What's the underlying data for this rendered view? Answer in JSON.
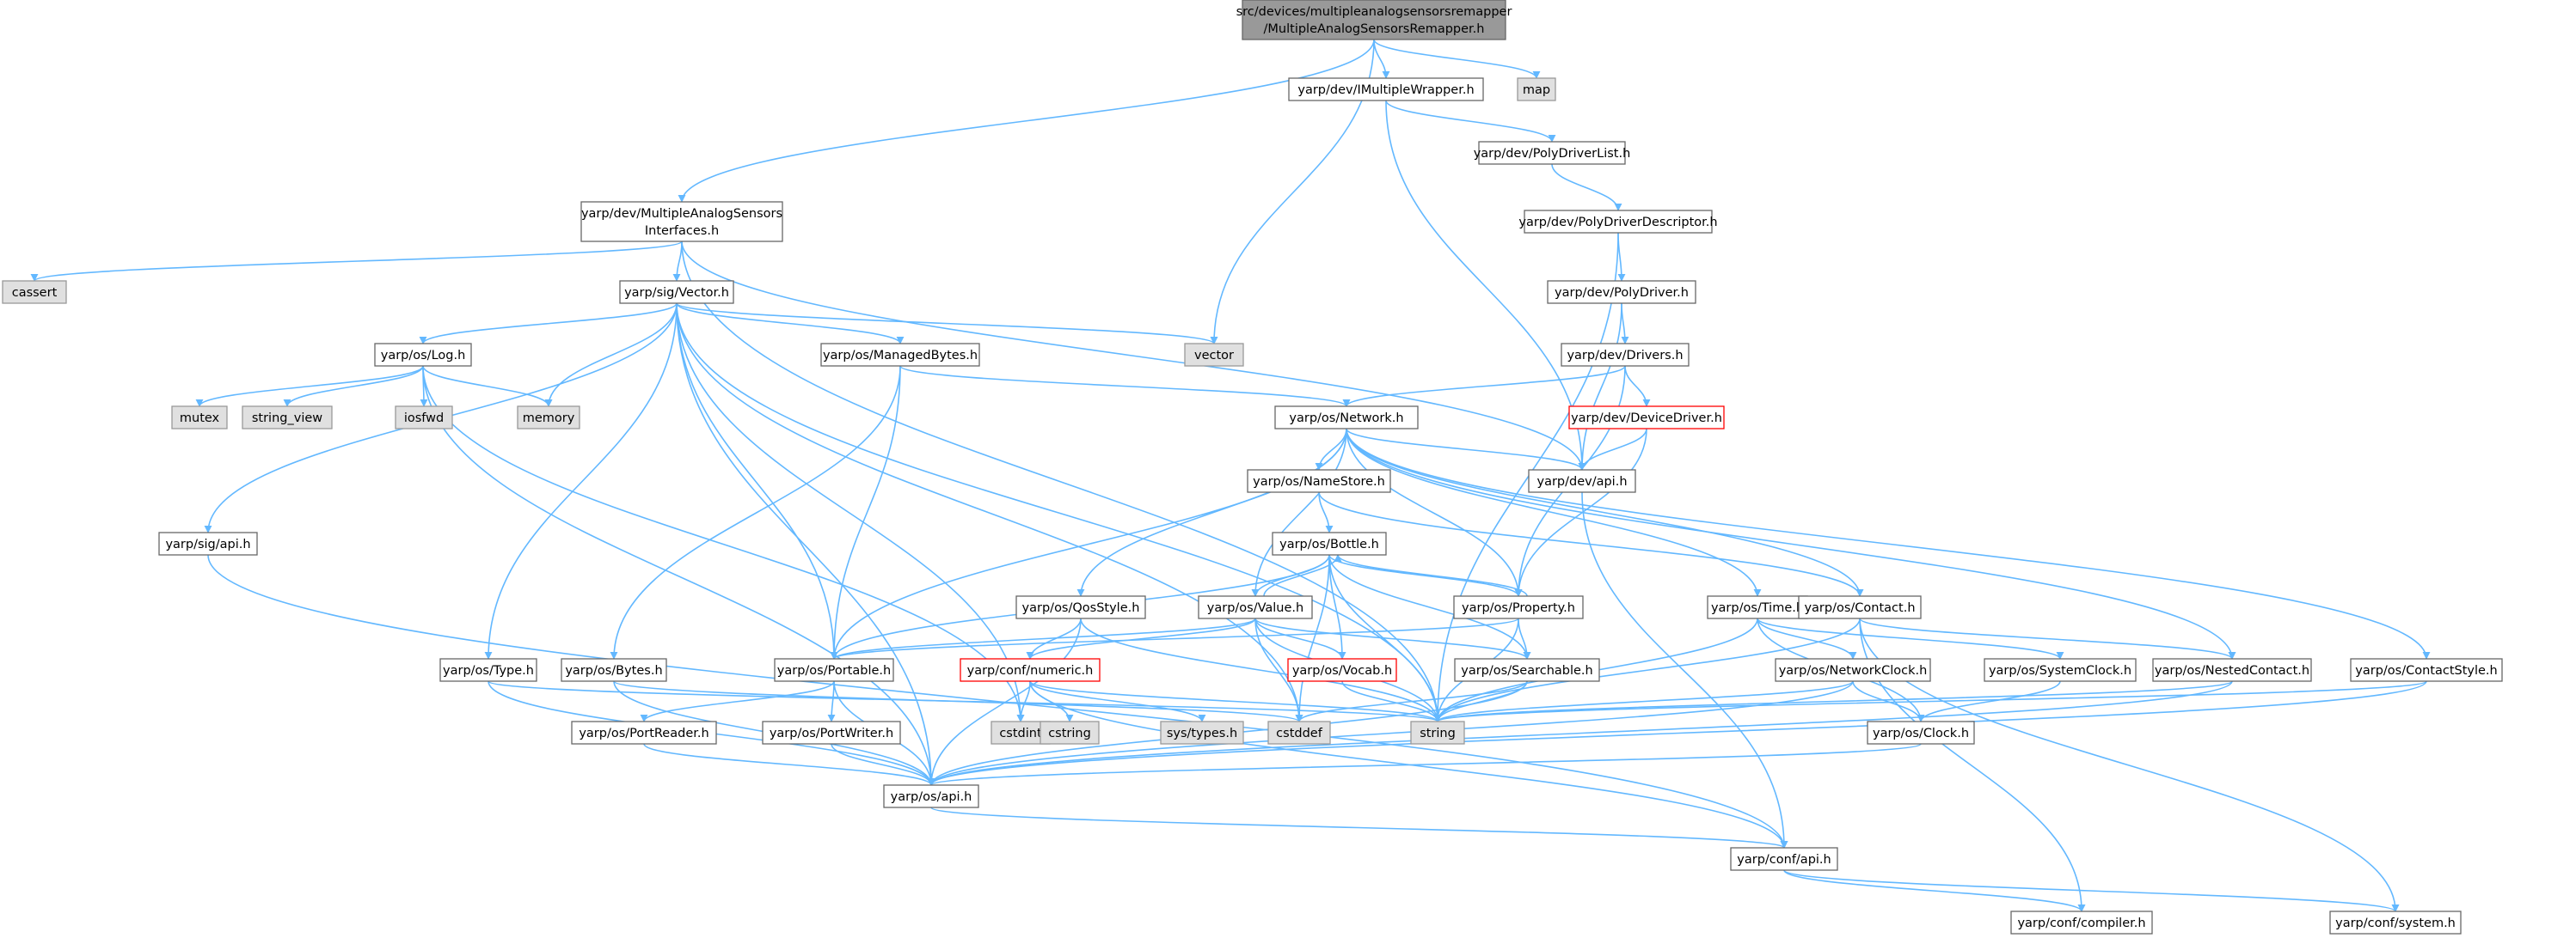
{
  "nodes": [
    {
      "id": "root",
      "lines": [
        "src/devices/multipleanalogsensorsremapper",
        "/MultipleAnalogSensorsRemapper.h"
      ],
      "kind": "root"
    },
    {
      "id": "imultiplewrapper",
      "lines": [
        "yarp/dev/IMultipleWrapper.h"
      ],
      "kind": "normal"
    },
    {
      "id": "map",
      "lines": [
        "map"
      ],
      "kind": "system"
    },
    {
      "id": "vector",
      "lines": [
        "vector"
      ],
      "kind": "system"
    },
    {
      "id": "masi",
      "lines": [
        "yarp/dev/MultipleAnalogSensors",
        "Interfaces.h"
      ],
      "kind": "normal"
    },
    {
      "id": "cassert",
      "lines": [
        "cassert"
      ],
      "kind": "system"
    },
    {
      "id": "sigvector",
      "lines": [
        "yarp/sig/Vector.h"
      ],
      "kind": "normal"
    },
    {
      "id": "polydriverlist",
      "lines": [
        "yarp/dev/PolyDriverList.h"
      ],
      "kind": "normal"
    },
    {
      "id": "polydriverdescriptor",
      "lines": [
        "yarp/dev/PolyDriverDescriptor.h"
      ],
      "kind": "normal"
    },
    {
      "id": "polydriver",
      "lines": [
        "yarp/dev/PolyDriver.h"
      ],
      "kind": "normal"
    },
    {
      "id": "drivers",
      "lines": [
        "yarp/dev/Drivers.h"
      ],
      "kind": "normal"
    },
    {
      "id": "devicedriver",
      "lines": [
        "yarp/dev/DeviceDriver.h"
      ],
      "kind": "red"
    },
    {
      "id": "devapi",
      "lines": [
        "yarp/dev/api.h"
      ],
      "kind": "normal"
    },
    {
      "id": "oslog",
      "lines": [
        "yarp/os/Log.h"
      ],
      "kind": "normal"
    },
    {
      "id": "mutex",
      "lines": [
        "mutex"
      ],
      "kind": "system"
    },
    {
      "id": "string_view",
      "lines": [
        "string_view"
      ],
      "kind": "system"
    },
    {
      "id": "iosfwd",
      "lines": [
        "iosfwd"
      ],
      "kind": "system"
    },
    {
      "id": "memory",
      "lines": [
        "memory"
      ],
      "kind": "system"
    },
    {
      "id": "managedbytes",
      "lines": [
        "yarp/os/ManagedBytes.h"
      ],
      "kind": "normal"
    },
    {
      "id": "network",
      "lines": [
        "yarp/os/Network.h"
      ],
      "kind": "normal"
    },
    {
      "id": "sigapi",
      "lines": [
        "yarp/sig/api.h"
      ],
      "kind": "normal"
    },
    {
      "id": "namestore",
      "lines": [
        "yarp/os/NameStore.h"
      ],
      "kind": "normal"
    },
    {
      "id": "bottle",
      "lines": [
        "yarp/os/Bottle.h"
      ],
      "kind": "normal"
    },
    {
      "id": "qosstyle",
      "lines": [
        "yarp/os/QosStyle.h"
      ],
      "kind": "normal"
    },
    {
      "id": "value",
      "lines": [
        "yarp/os/Value.h"
      ],
      "kind": "normal"
    },
    {
      "id": "property",
      "lines": [
        "yarp/os/Property.h"
      ],
      "kind": "normal"
    },
    {
      "id": "ostime",
      "lines": [
        "yarp/os/Time.h"
      ],
      "kind": "normal"
    },
    {
      "id": "contact",
      "lines": [
        "yarp/os/Contact.h"
      ],
      "kind": "normal"
    },
    {
      "id": "ostype",
      "lines": [
        "yarp/os/Type.h"
      ],
      "kind": "normal"
    },
    {
      "id": "osbytes",
      "lines": [
        "yarp/os/Bytes.h"
      ],
      "kind": "normal"
    },
    {
      "id": "portable",
      "lines": [
        "yarp/os/Portable.h"
      ],
      "kind": "normal"
    },
    {
      "id": "numeric",
      "lines": [
        "yarp/conf/numeric.h"
      ],
      "kind": "red"
    },
    {
      "id": "vocab",
      "lines": [
        "yarp/os/Vocab.h"
      ],
      "kind": "red"
    },
    {
      "id": "searchable",
      "lines": [
        "yarp/os/Searchable.h"
      ],
      "kind": "normal"
    },
    {
      "id": "networkclock",
      "lines": [
        "yarp/os/NetworkClock.h"
      ],
      "kind": "normal"
    },
    {
      "id": "systemclock",
      "lines": [
        "yarp/os/SystemClock.h"
      ],
      "kind": "normal"
    },
    {
      "id": "nestedcontact",
      "lines": [
        "yarp/os/NestedContact.h"
      ],
      "kind": "normal"
    },
    {
      "id": "contactstyle",
      "lines": [
        "yarp/os/ContactStyle.h"
      ],
      "kind": "normal"
    },
    {
      "id": "cstdint",
      "lines": [
        "cstdint"
      ],
      "kind": "system"
    },
    {
      "id": "cstring",
      "lines": [
        "cstring"
      ],
      "kind": "system"
    },
    {
      "id": "systypes",
      "lines": [
        "sys/types.h"
      ],
      "kind": "system"
    },
    {
      "id": "cstddef",
      "lines": [
        "cstddef"
      ],
      "kind": "system"
    },
    {
      "id": "string",
      "lines": [
        "string"
      ],
      "kind": "system"
    },
    {
      "id": "portreader",
      "lines": [
        "yarp/os/PortReader.h"
      ],
      "kind": "normal"
    },
    {
      "id": "portwriter",
      "lines": [
        "yarp/os/PortWriter.h"
      ],
      "kind": "normal"
    },
    {
      "id": "osclock",
      "lines": [
        "yarp/os/Clock.h"
      ],
      "kind": "normal"
    },
    {
      "id": "osapi",
      "lines": [
        "yarp/os/api.h"
      ],
      "kind": "normal"
    },
    {
      "id": "confapi",
      "lines": [
        "yarp/conf/api.h"
      ],
      "kind": "normal"
    },
    {
      "id": "compiler",
      "lines": [
        "yarp/conf/compiler.h"
      ],
      "kind": "normal"
    },
    {
      "id": "system",
      "lines": [
        "yarp/conf/system.h"
      ],
      "kind": "normal"
    }
  ],
  "edges": [
    [
      "root",
      "imultiplewrapper"
    ],
    [
      "root",
      "map"
    ],
    [
      "root",
      "vector"
    ],
    [
      "root",
      "masi"
    ],
    [
      "imultiplewrapper",
      "polydriverlist"
    ],
    [
      "imultiplewrapper",
      "devapi"
    ],
    [
      "polydriverlist",
      "polydriverdescriptor"
    ],
    [
      "polydriverdescriptor",
      "polydriver"
    ],
    [
      "polydriverdescriptor",
      "string"
    ],
    [
      "polydriver",
      "drivers"
    ],
    [
      "polydriver",
      "devapi"
    ],
    [
      "drivers",
      "devicedriver"
    ],
    [
      "drivers",
      "network"
    ],
    [
      "drivers",
      "property"
    ],
    [
      "devicedriver",
      "devapi"
    ],
    [
      "devicedriver",
      "property"
    ],
    [
      "devapi",
      "confapi"
    ],
    [
      "masi",
      "cassert"
    ],
    [
      "masi",
      "sigvector"
    ],
    [
      "masi",
      "devapi"
    ],
    [
      "masi",
      "string"
    ],
    [
      "sigvector",
      "oslog"
    ],
    [
      "sigvector",
      "managedbytes"
    ],
    [
      "sigvector",
      "vector"
    ],
    [
      "sigvector",
      "memory"
    ],
    [
      "sigvector",
      "sigapi"
    ],
    [
      "sigvector",
      "ostype"
    ],
    [
      "sigvector",
      "portable"
    ],
    [
      "sigvector",
      "cstdint"
    ],
    [
      "sigvector",
      "cstddef"
    ],
    [
      "sigvector",
      "string"
    ],
    [
      "sigvector",
      "osapi"
    ],
    [
      "oslog",
      "mutex"
    ],
    [
      "oslog",
      "string_view"
    ],
    [
      "oslog",
      "iosfwd"
    ],
    [
      "oslog",
      "memory"
    ],
    [
      "oslog",
      "osapi"
    ],
    [
      "oslog",
      "cstdint"
    ],
    [
      "managedbytes",
      "network"
    ],
    [
      "managedbytes",
      "osbytes"
    ],
    [
      "managedbytes",
      "portable"
    ],
    [
      "network",
      "devapi"
    ],
    [
      "network",
      "namestore"
    ],
    [
      "network",
      "qosstyle"
    ],
    [
      "network",
      "value"
    ],
    [
      "network",
      "property"
    ],
    [
      "network",
      "ostime"
    ],
    [
      "network",
      "contact"
    ],
    [
      "network",
      "portable"
    ],
    [
      "network",
      "nestedcontact"
    ],
    [
      "network",
      "contactstyle"
    ],
    [
      "namestore",
      "bottle"
    ],
    [
      "namestore",
      "contact"
    ],
    [
      "bottle",
      "value"
    ],
    [
      "bottle",
      "property"
    ],
    [
      "bottle",
      "vocab"
    ],
    [
      "bottle",
      "searchable"
    ],
    [
      "bottle",
      "portable"
    ],
    [
      "bottle",
      "string"
    ],
    [
      "bottle",
      "cstddef"
    ],
    [
      "qosstyle",
      "numeric"
    ],
    [
      "qosstyle",
      "osapi"
    ],
    [
      "qosstyle",
      "string"
    ],
    [
      "value",
      "bottle"
    ],
    [
      "value",
      "vocab"
    ],
    [
      "value",
      "searchable"
    ],
    [
      "value",
      "numeric"
    ],
    [
      "value",
      "portable"
    ],
    [
      "value",
      "cstddef"
    ],
    [
      "value",
      "string"
    ],
    [
      "property",
      "bottle"
    ],
    [
      "property",
      "searchable"
    ],
    [
      "property",
      "portable"
    ],
    [
      "property",
      "string"
    ],
    [
      "ostime",
      "networkclock"
    ],
    [
      "ostime",
      "systemclock"
    ],
    [
      "ostime",
      "osclock"
    ],
    [
      "ostime",
      "string"
    ],
    [
      "contact",
      "nestedcontact"
    ],
    [
      "contact",
      "string"
    ],
    [
      "contact",
      "compiler"
    ],
    [
      "contact",
      "system"
    ],
    [
      "ostype",
      "osapi"
    ],
    [
      "ostype",
      "string"
    ],
    [
      "osbytes",
      "osapi"
    ],
    [
      "osbytes",
      "cstddef"
    ],
    [
      "portable",
      "portreader"
    ],
    [
      "portable",
      "portwriter"
    ],
    [
      "portable",
      "osapi"
    ],
    [
      "numeric",
      "cstdint"
    ],
    [
      "numeric",
      "cstring"
    ],
    [
      "numeric",
      "systypes"
    ],
    [
      "numeric",
      "confapi"
    ],
    [
      "numeric",
      "string"
    ],
    [
      "vocab",
      "string"
    ],
    [
      "searchable",
      "string"
    ],
    [
      "searchable",
      "osapi"
    ],
    [
      "searchable",
      "cstddef"
    ],
    [
      "networkclock",
      "osclock"
    ],
    [
      "networkclock",
      "osapi"
    ],
    [
      "networkclock",
      "string"
    ],
    [
      "systemclock",
      "osclock"
    ],
    [
      "nestedcontact",
      "osapi"
    ],
    [
      "nestedcontact",
      "string"
    ],
    [
      "contactstyle",
      "osapi"
    ],
    [
      "contactstyle",
      "string"
    ],
    [
      "portreader",
      "osapi"
    ],
    [
      "portwriter",
      "osapi"
    ],
    [
      "osclock",
      "osapi"
    ],
    [
      "sigapi",
      "confapi"
    ],
    [
      "osapi",
      "confapi"
    ],
    [
      "confapi",
      "compiler"
    ],
    [
      "confapi",
      "system"
    ]
  ]
}
